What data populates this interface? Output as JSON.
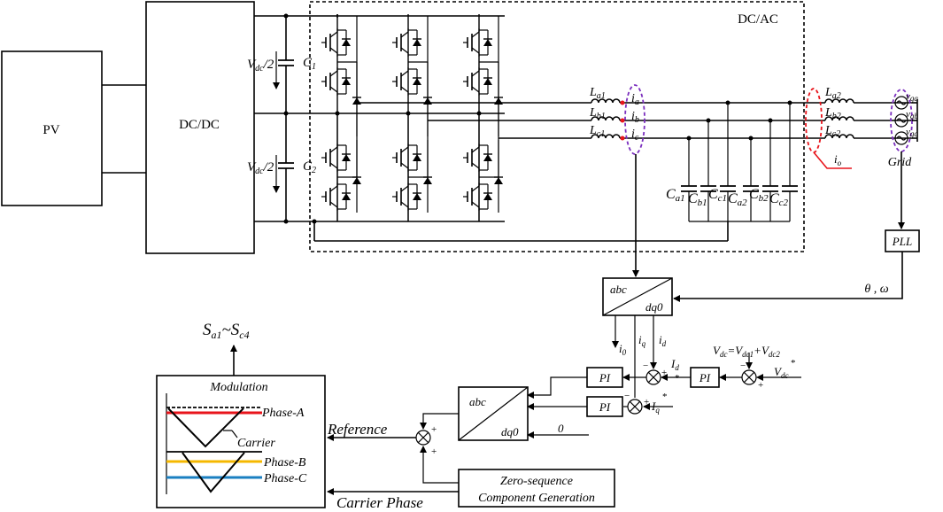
{
  "blocks": {
    "pv": "PV",
    "dcdc": "DC/DC",
    "dcac": "DC/AC",
    "pll": "PLL",
    "abc_top": "abc",
    "dq0_top": "dq0",
    "abc_bot": "abc",
    "dq0_bot": "dq0",
    "pi1": "PI",
    "pi2": "PI",
    "pi3": "PI",
    "zero_seq_line1": "Zero-sequence",
    "zero_seq_line2": "Component Generation"
  },
  "labels": {
    "vdc_half_1": "V",
    "vdc_half_1_sub": "dc",
    "vdc_half_1_tail": "/2",
    "vdc_half_2": "V",
    "vdc_half_2_sub": "dc",
    "vdc_half_2_tail": "/2",
    "c1": "C",
    "c1_sub": "1",
    "c2": "C",
    "c2_sub": "2",
    "la1": "L",
    "la1_sub": "a1",
    "lb1": "L",
    "lb1_sub": "b1",
    "lc1": "L",
    "lc1_sub": "c1",
    "la2": "L",
    "la2_sub": "a2",
    "lb2": "L",
    "lb2_sub": "b2",
    "lc2": "L",
    "lc2_sub": "c2",
    "ia": "i",
    "ia_sub": "a",
    "ib": "i",
    "ib_sub": "b",
    "ic": "i",
    "ic_sub": "c",
    "io": "i",
    "io_sub": "o",
    "vga": "v",
    "vga_sub": "ga",
    "vgb": "v",
    "vgb_sub": "gb",
    "vgc": "v",
    "vgc_sub": "gc",
    "grid": "Grid",
    "ca1": "C",
    "ca1_sub": "a1",
    "cb1": "C",
    "cb1_sub": "b1",
    "cc1": "C",
    "cc1_sub": "c1",
    "ca2": "C",
    "ca2_sub": "a2",
    "cb2": "C",
    "cb2_sub": "b2",
    "cc2": "C",
    "cc2_sub": "c2",
    "theta_omega": "θ , ω",
    "i0": "i",
    "i0_sub": "0",
    "iq": "i",
    "iq_sub": "q",
    "id": "i",
    "id_sub": "d",
    "Id_ref": "I",
    "Id_ref_sub": "d",
    "Iq_ref": "I",
    "Iq_ref_sub": "q",
    "star": "*",
    "vdc_eq_1": "V",
    "vdc_eq_1_sub": "dc",
    "vdc_eq_2": "=V",
    "vdc_eq_2_sub": "dc1",
    "vdc_eq_3": "+V",
    "vdc_eq_3_sub": "dc2",
    "vdc_ref": "V",
    "vdc_ref_sub": "dc",
    "zero": "0",
    "reference": "Reference",
    "carrier_phase": "Carrier Phase",
    "switch_signals": "S",
    "switch_signals_sub1": "a1",
    "switch_signals_mid": "~S",
    "switch_signals_sub2": "c4",
    "plus": "+",
    "minus": "−"
  },
  "modulation": {
    "title": "Modulation",
    "phase_a": "Phase-A",
    "carrier": "Carrier",
    "phase_b": "Phase-B",
    "phase_c": "Phase-C"
  },
  "colors": {
    "phase_a": "#e8141b",
    "phase_b": "#f5b800",
    "phase_c": "#1a7fc1",
    "current_sense": "#7b2fbe",
    "output_current_sense": "#e8141b"
  }
}
